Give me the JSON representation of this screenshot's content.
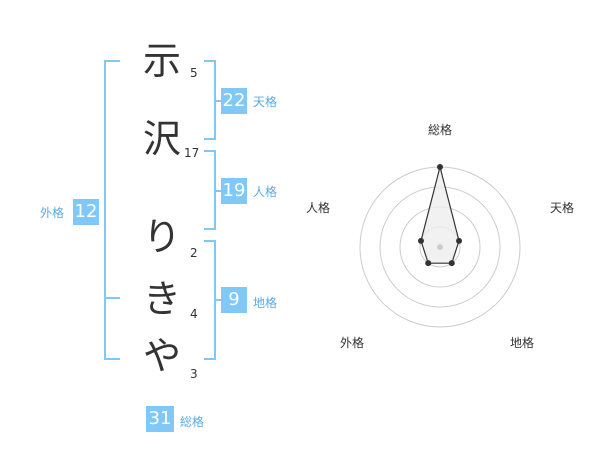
{
  "name_chars": [
    {
      "char": "示",
      "strokes": "5"
    },
    {
      "char": "沢",
      "strokes": "17"
    },
    {
      "char": "り",
      "strokes": "2"
    },
    {
      "char": "き",
      "strokes": "4"
    },
    {
      "char": "や",
      "strokes": "3"
    }
  ],
  "fortunes": {
    "tenkaku": {
      "label": "天格",
      "value": "22"
    },
    "jinkaku": {
      "label": "人格",
      "value": "19"
    },
    "chikaku": {
      "label": "地格",
      "value": "9"
    },
    "gaikaku": {
      "label": "外格",
      "value": "12"
    },
    "soukaku": {
      "label": "総格",
      "value": "31"
    }
  },
  "radar": {
    "axes": [
      "総格",
      "天格",
      "地格",
      "外格",
      "人格"
    ],
    "levels": 4,
    "values": [
      4,
      1,
      1,
      1,
      1
    ],
    "max": 4,
    "colors": {
      "ring": "#cccccc",
      "fill": "#eeeeee",
      "line": "#333333",
      "center": "#cccccc"
    }
  },
  "colors": {
    "accent": "#7fc8f8",
    "label": "#5aaae6",
    "text": "#333333"
  }
}
